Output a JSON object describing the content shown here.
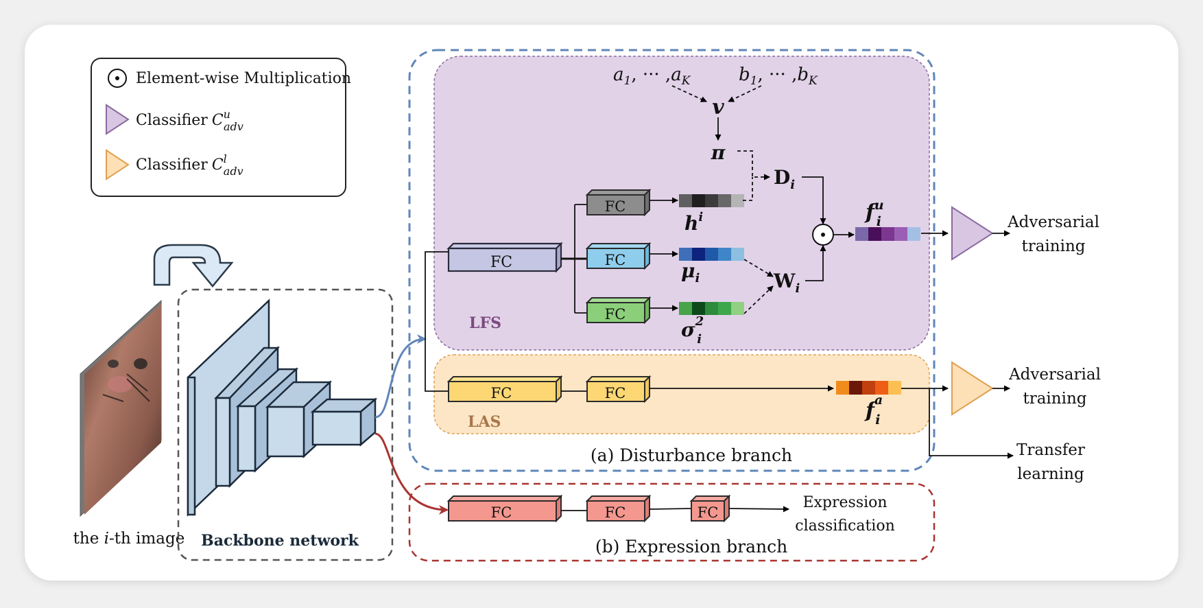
{
  "legend": {
    "mult": "Element-wise Multiplication",
    "cls_u_text": "Classifier",
    "cls_u_sym": "C",
    "cls_u_sup": "u",
    "cls_u_sub": "adv",
    "cls_l_text": "Classifier",
    "cls_l_sym": "C",
    "cls_l_sup": "l",
    "cls_l_sub": "adv",
    "colors": {
      "purple_tri": "#d9c6e2",
      "orange_tri": "#fde0b6"
    }
  },
  "input": {
    "caption_pre": "the ",
    "caption_i": "i",
    "caption_post": "-th image"
  },
  "backbone": {
    "label": "Backbone network"
  },
  "fc_label": "FC",
  "lfs": {
    "label": "LFS",
    "a_seq": "a",
    "a_one": "1",
    "a_dots": ", ··· ,",
    "a_k": "K",
    "b_seq": "b",
    "b_one": "1",
    "b_dots": ", ··· ,",
    "b_k": "K",
    "v": "v",
    "pi": "π",
    "d": "D",
    "d_sub": "i",
    "w": "W",
    "w_sub": "i",
    "h": "h",
    "h_sup": "i",
    "mu": "μ",
    "mu_sub": "i",
    "sigma": "σ",
    "sigma_sub": "i",
    "sigma_sup": "2",
    "fu": "f",
    "fu_sub": "i",
    "fu_sup": "u",
    "colors": {
      "bg": "#e2d2e8",
      "h_cells": [
        "#5f5f5f",
        "#1f1f1f",
        "#3c3c3c",
        "#686868",
        "#b4b4b4"
      ],
      "mu_cells": [
        "#3f6fb8",
        "#0e237d",
        "#1f5aa8",
        "#3e86c8",
        "#8dbfe0"
      ],
      "sigma_cells": [
        "#48a34a",
        "#0c4a1c",
        "#2e8a3c",
        "#3fa74b",
        "#8fd082"
      ],
      "fu_cells": [
        "#7a68a8",
        "#4a0f5a",
        "#7c3790",
        "#9a5fb4",
        "#a3c0e4"
      ]
    }
  },
  "las": {
    "label": "LAS",
    "fa": "f",
    "fa_sub": "i",
    "fa_sup": "a",
    "colors": {
      "bg": "#fde6c6",
      "fa_cells": [
        "#f08c1c",
        "#6a1808",
        "#c0400e",
        "#ee5e16",
        "#fcc052"
      ]
    }
  },
  "disturbance": {
    "caption": "(a) Disturbance branch"
  },
  "expression": {
    "caption": "(b) Expression branch"
  },
  "outputs": {
    "adv1_line1": "Adversarial",
    "adv1_line2": "training",
    "adv2_line1": "Adversarial",
    "adv2_line2": "training",
    "transfer_line1": "Transfer",
    "transfer_line2": "learning",
    "expr_line1": "Expression",
    "expr_line2": "classification"
  }
}
